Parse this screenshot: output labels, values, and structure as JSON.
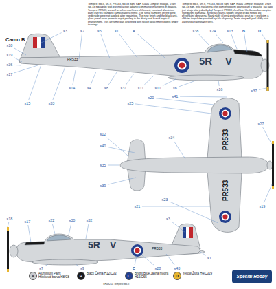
{
  "diagram": {
    "title": "Camo B",
    "labels": [
      "Tempest Mk.II, 5R-V, PR533, No.33 Sqn, RAF, Kuala Lumpur, Malaya, 1949. No.33 Squadron was put into action against communist insurgents in Malaya. Tempest PR533, as well as other machines of this unit, received aluminium paint over its standard camouflage scheme. The serial numbers on the wing underside were not applied after repainting. The new finish and the black anti-glare panel were prone to rapid peeling in the dusty and humid tropical environment. This airframe was also fitted with rocket attachment points under its wings.",
      "Tempest Mk.II, 5R-V, PR533, No.33 Sqn, RAF, Kuala Lumpur, Malajsie, 1949. No.33 Sqn. byla nasazena proti komunistickým povstalcům v Malajsii. Tak jako jiné stroje této jednotky byl Tempest PR533 přestříkán hliníkovou barvou přes standardní kamufláž. Sériová čísla na spodní straně křídla nebyla po přestříkání obnovena. Nový nátěr i černý protioslňující pruh se v prašném a vlhkém tropickém prostředí rychle olupovaly. Tento stroj měl pod křídly také závěsníky raketových střel.",
      "5R",
      "V",
      "PR533",
      "PR533",
      "PR533",
      "5R",
      "V",
      "PR533",
      "A",
      "B",
      "C",
      "D",
      "SH48214 Tempest Mk.II",
      "Special Hobby",
      "s18",
      "s19",
      "s36",
      "s17",
      "s3",
      "s2",
      "s5",
      "s1",
      "A",
      "s38",
      "s24",
      "s13",
      "B",
      "D",
      "s14",
      "s4",
      "s8",
      "s31",
      "s11",
      "s10",
      "s6",
      "s16",
      "s37",
      "s25",
      "s20",
      "s41",
      "s12",
      "s40",
      "s35",
      "s39",
      "s34",
      "s27",
      "s21",
      "s23",
      "s19",
      "s15",
      "s33",
      "s17",
      "s22",
      "s30",
      "s32",
      "s3",
      "s18",
      "s7",
      "s9",
      "C",
      "s28",
      "s43",
      "s1"
    ],
    "legend": [
      {
        "text": "Aluminium Paint Hliníková barva H8/C8",
        "color": "#c9cccf"
      },
      {
        "text": "Black Černá H12/C33",
        "color": "#1a1a1a"
      },
      {
        "text": "Bright Blue Jasná modrá H15/C65",
        "color": "#23408e"
      },
      {
        "text": "Yellow Žlutá H4/C329",
        "color": "#e8b631"
      }
    ]
  }
}
